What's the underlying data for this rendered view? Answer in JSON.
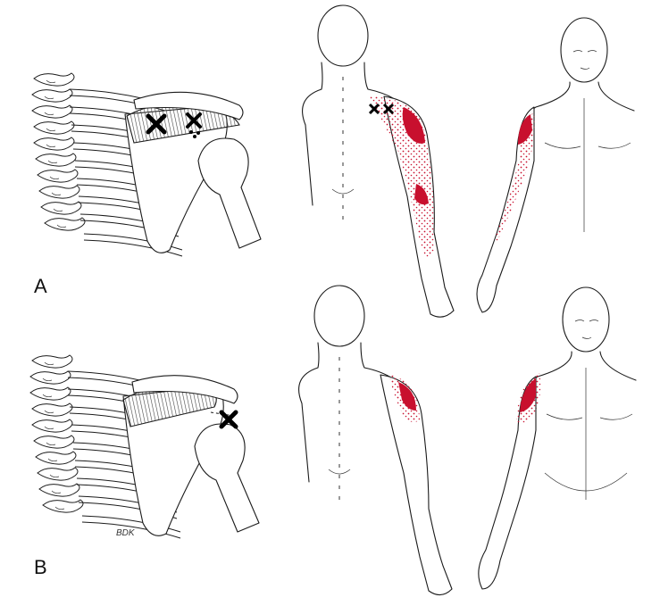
{
  "panels": [
    {
      "id": "A",
      "label": "A"
    },
    {
      "id": "B",
      "label": "B"
    }
  ],
  "artist_initials": "BDK",
  "colors": {
    "pain_zone": "#c8102e",
    "ink": "#1b1b1b",
    "muscle_shading": "#555555",
    "background": "#ffffff"
  },
  "trigger_point_markers": [
    {
      "panel": "A",
      "icon": "x-mark-icon"
    },
    {
      "panel": "A",
      "icon": "x-mark-dotted-icon"
    },
    {
      "panel": "B",
      "icon": "x-mark-icon"
    }
  ]
}
